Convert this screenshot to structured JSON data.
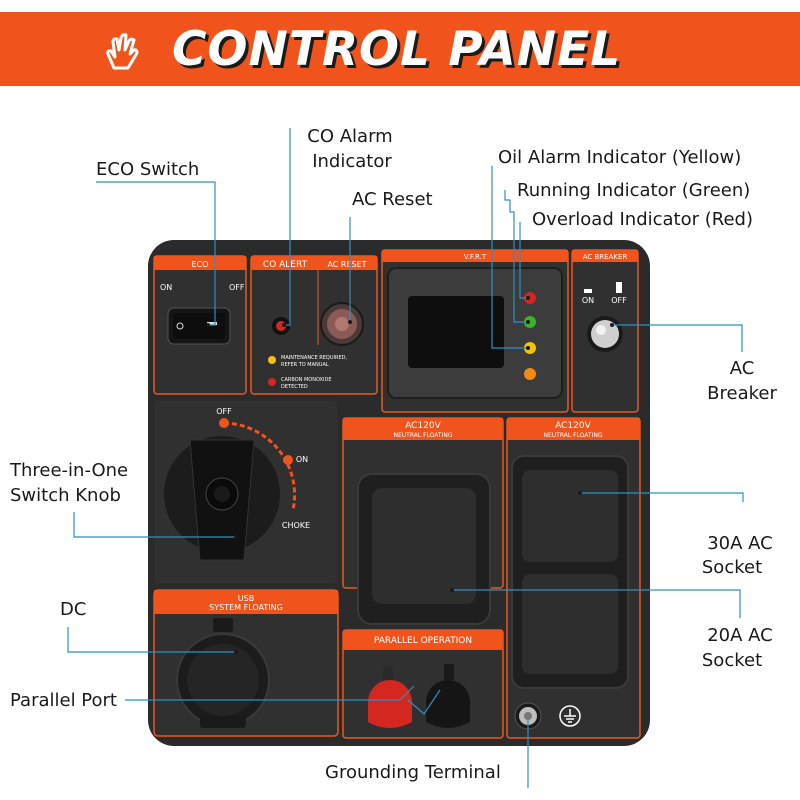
{
  "header": {
    "title": "CONTROL PANEL",
    "icon": "hand-tap-icon"
  },
  "callouts": {
    "eco_switch": "ECO Switch",
    "co_alarm_line1": "CO Alarm",
    "co_alarm_line2": "Indicator",
    "ac_reset": "AC Reset",
    "oil_alarm": "Oil Alarm Indicator (Yellow)",
    "running": "Running Indicator (Green)",
    "overload": "Overload Indicator (Red)",
    "ac_breaker_line1": "AC",
    "ac_breaker_line2": "Breaker",
    "three_in_one_line1": "Three-in-One",
    "three_in_one_line2": "Switch Knob",
    "dc": "DC",
    "socket30_line1": "30A AC",
    "socket30_line2": "Socket",
    "socket20_line1": "20A AC",
    "socket20_line2": "Socket",
    "parallel_port": "Parallel Port",
    "grounding": "Grounding Terminal"
  },
  "panel": {
    "eco_header": "ECO",
    "eco_on": "ON",
    "eco_off": "OFF",
    "co_alert": "CO ALERT",
    "ac_reset": "AC RESET",
    "maint_line1": "MAINTENANCE REQUIRED,",
    "maint_line2": "REFER TO MANUAL",
    "co_line1": "CARBON MONOXIDE",
    "co_line2": "DETECTED",
    "vfrt": "V.F.R.T",
    "ac_breaker": "AC BREAKER",
    "breaker_on": "ON",
    "breaker_off": "OFF",
    "knob_off": "OFF",
    "knob_on": "ON",
    "knob_choke": "CHOKE",
    "ac120_left": "AC120V",
    "neutral_left": "NEUTRAL FLOATING",
    "ac120_right": "AC120V",
    "neutral_right": "NEUTRAL FLOATING",
    "usb": "USB",
    "system_floating": "SYSTEM FLOATING",
    "parallel_operation": "PARALLEL OPERATION"
  },
  "colors": {
    "accent": "#f0531c",
    "panel": "#2b2b2b",
    "callout_line": "#2f8fc4",
    "led_red": "#d4271f",
    "led_green": "#3bb32a",
    "led_yellow": "#f2c20c",
    "led_orange": "#f08a12"
  }
}
